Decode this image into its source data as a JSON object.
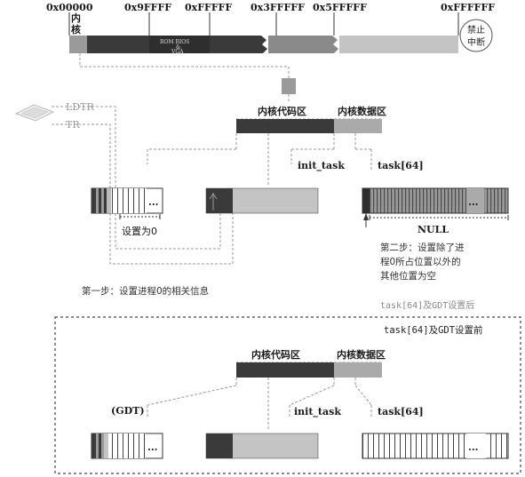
{
  "memory_bar": {
    "addresses": [
      "0x00000",
      "0x9FFFF",
      "0xFFFFF",
      "0x3FFFFF",
      "0x5FFFFF",
      "0xFFFFFF"
    ],
    "kernel_label_line1": "内",
    "kernel_label_line2": "核",
    "rom_bios_line1": "ROM BIOS",
    "rom_bios_line2": "&",
    "rom_bios_line3": "VGA",
    "forbid_line1": "禁止",
    "forbid_line2": "中断"
  },
  "top_section": {
    "kernel_code": "内核代码区",
    "kernel_data": "内核数据区",
    "ldtr": "LDTR",
    "tr": "TR",
    "init_task": "init_task",
    "task_array": "task[64]",
    "set_zero": "设置为0",
    "ellipsis": "...",
    "null_label": "NULL",
    "step2_line1": "第二步：设置除了进",
    "step2_line2": "程0所占位置以外的",
    "step2_line3": "其他位置为空",
    "step1": "第一步：设置进程0的相关信息",
    "after_caption": "task[64]及GDT设置后"
  },
  "bottom_section": {
    "before_caption": "task[64]及GDT设置前",
    "kernel_code": "内核代码区",
    "kernel_data": "内核数据区",
    "gdt": "(GDT)",
    "init_task": "init_task",
    "task_array": "task[64]",
    "ellipsis": "..."
  },
  "colors": {
    "dark": "#3a3a3a",
    "mid": "#8a8a8a",
    "light": "#c4c4c4",
    "dashed": "#999999"
  }
}
